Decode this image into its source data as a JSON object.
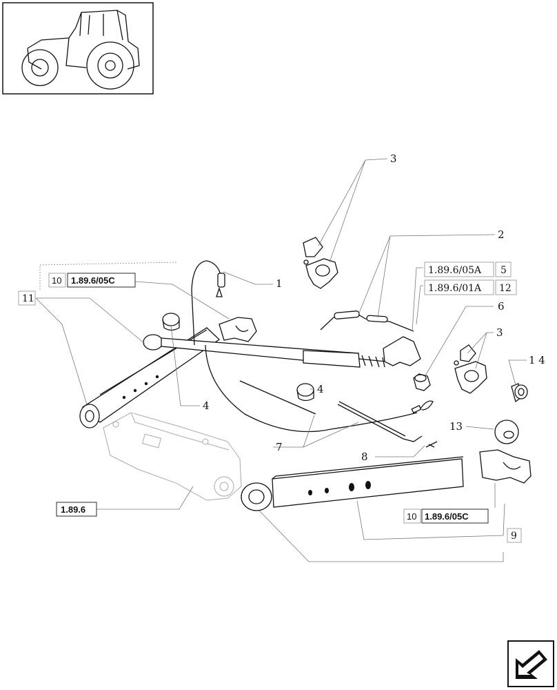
{
  "callouts": {
    "c1": "1",
    "c2": "2",
    "c3a": "3",
    "c3b": "3",
    "c4a": "4",
    "c4b": "4",
    "c6": "6",
    "c7": "7",
    "c8": "8",
    "c9": "9",
    "c11": "11",
    "c13": "13",
    "c14": "1 4"
  },
  "refs": {
    "top_left": {
      "qty": "10",
      "code": "1.89.6/05C"
    },
    "right_a": {
      "code": "1.89.6/05A",
      "num": "5"
    },
    "right_b": {
      "code": "1.89.6/01A",
      "num": "12"
    },
    "bottom": {
      "qty": "10",
      "code": "1.89.6/05C"
    },
    "frame": {
      "code": "1.89.6"
    }
  }
}
